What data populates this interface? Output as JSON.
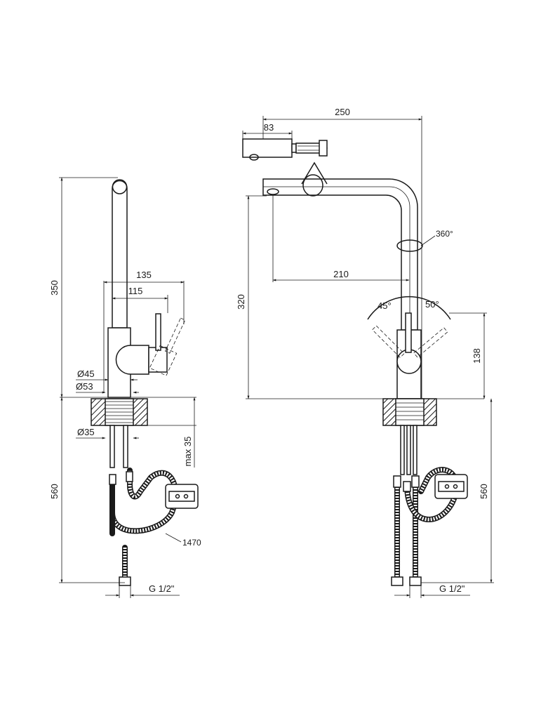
{
  "side_view": {
    "height_label": "350",
    "reach_outer_label": "135",
    "reach_inner_label": "115",
    "diameter_body_label": "Ø45",
    "diameter_base_label": "Ø53",
    "diameter_shank_label": "Ø35",
    "max_thickness_label": "max 35",
    "hose_depth_label": "560",
    "hose_length_label": "1470",
    "thread_label": "G 1/2\""
  },
  "front_view": {
    "width_label": "250",
    "spray_label": "83",
    "rotation_label": "360°",
    "spout_reach_label": "210",
    "spout_height_label": "320",
    "lever_left_angle_label": "45°",
    "lever_right_angle_label": "50°",
    "lever_height_label": "138",
    "hose_depth_label": "560",
    "thread_label": "G 1/2\""
  }
}
